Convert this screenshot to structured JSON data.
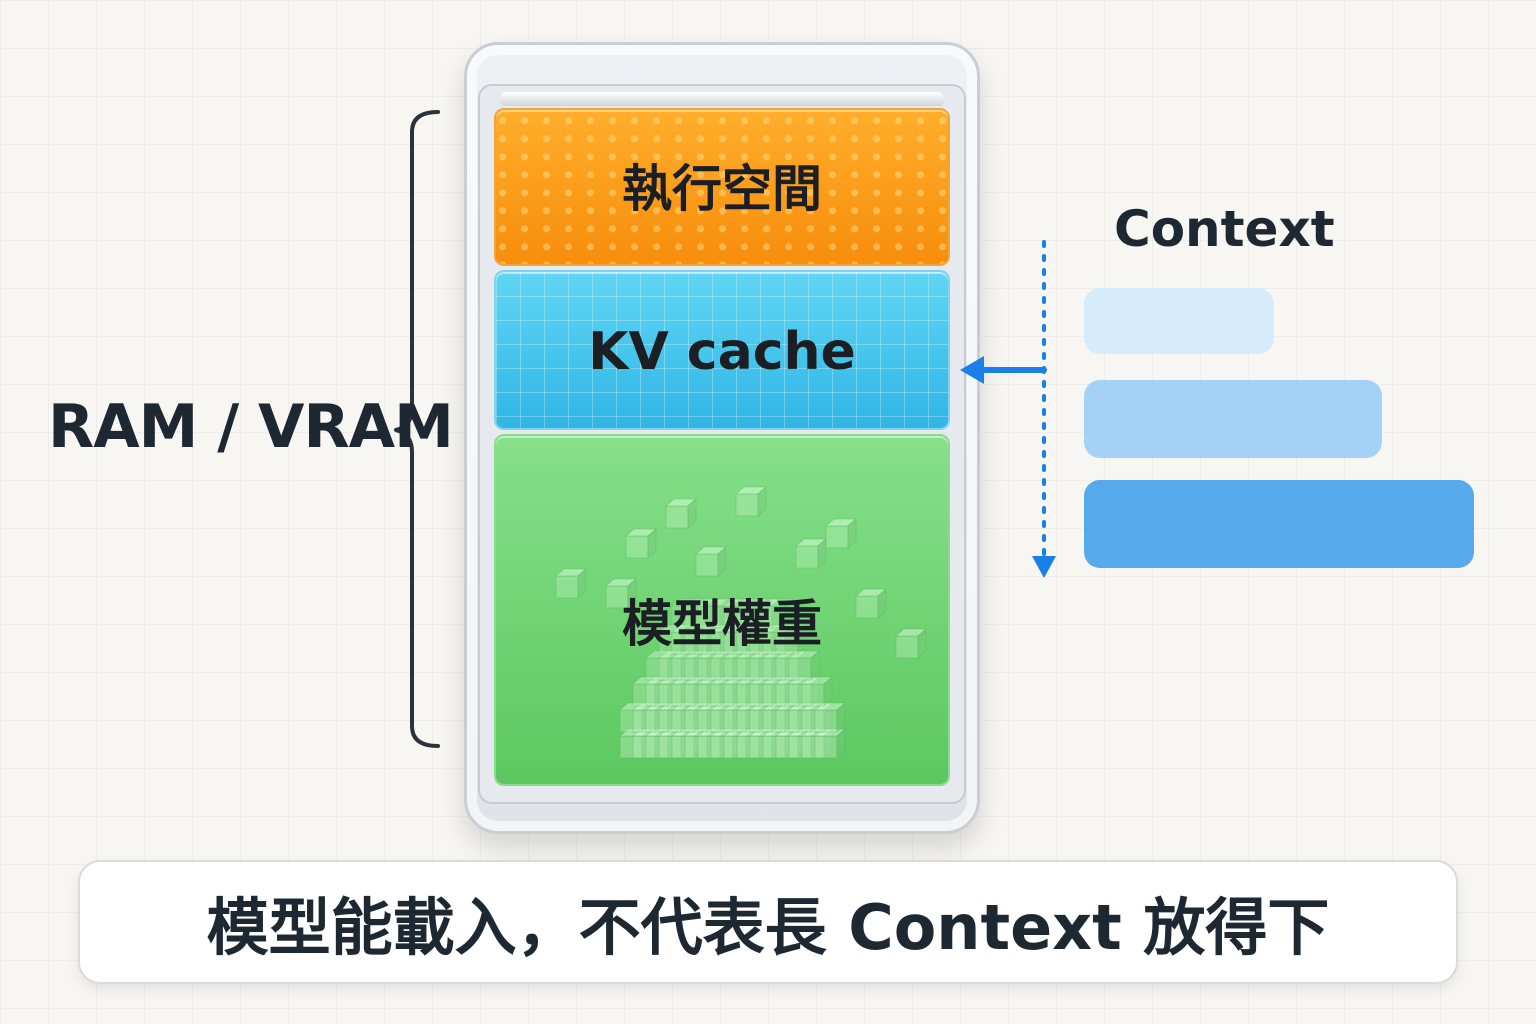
{
  "memory": {
    "label": "RAM / VRAM",
    "segments": {
      "execution": "執行空間",
      "kv_cache": "KV cache",
      "weights": "模型權重"
    },
    "colors": {
      "execution": "#f7920f",
      "kv_cache": "#3cbde9",
      "weights": "#6bd06f"
    }
  },
  "context": {
    "title": "Context",
    "bar_colors": [
      "#d7ecfb",
      "#a3d2f6",
      "#56a9ea"
    ],
    "arrow_color": "#1a7fe6"
  },
  "caption": "模型能載入，不代表長 Context 放得下"
}
